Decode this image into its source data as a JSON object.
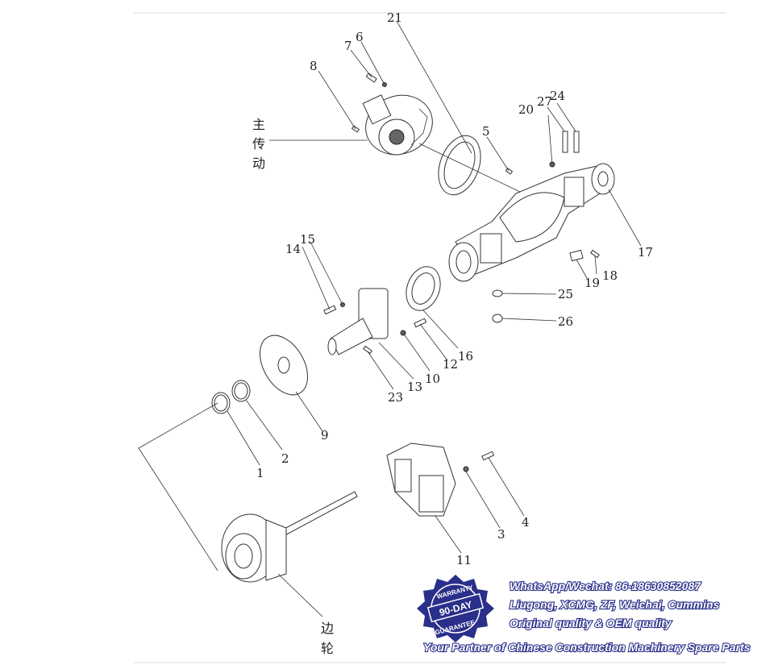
{
  "callouts": {
    "n1": "1",
    "n2": "2",
    "n3": "3",
    "n4": "4",
    "n5": "5",
    "n6": "6",
    "n7": "7",
    "n8": "8",
    "n9": "9",
    "n10": "10",
    "n11": "11",
    "n12": "12",
    "n13": "13",
    "n14": "14",
    "n15": "15",
    "n16": "16",
    "n17": "17",
    "n18": "18",
    "n19": "19",
    "n20": "20",
    "n21": "21",
    "n23": "23",
    "n24": "24",
    "n25": "25",
    "n26": "26",
    "n27": "27"
  },
  "assembly_labels": {
    "main_drive": [
      "主",
      "传",
      "动"
    ],
    "wheel_end": [
      "边",
      "轮"
    ]
  },
  "badge": {
    "top": "WARRANTY",
    "center": "90-DAY",
    "bottom": "GUARANTEE",
    "color": "#2a2f8a"
  },
  "advert": {
    "contact": "WhatsApp/Wechat: 86-18630852087",
    "brands": "Liugong, XCMG, ZF, Weichai, Cummins",
    "quality": "Original quality & OEM quality",
    "tagline": "Your Partner of Chinese Construction Machinery Spare Parts",
    "text_color": "#ffffff",
    "outline_color": "#2a2f8a"
  }
}
